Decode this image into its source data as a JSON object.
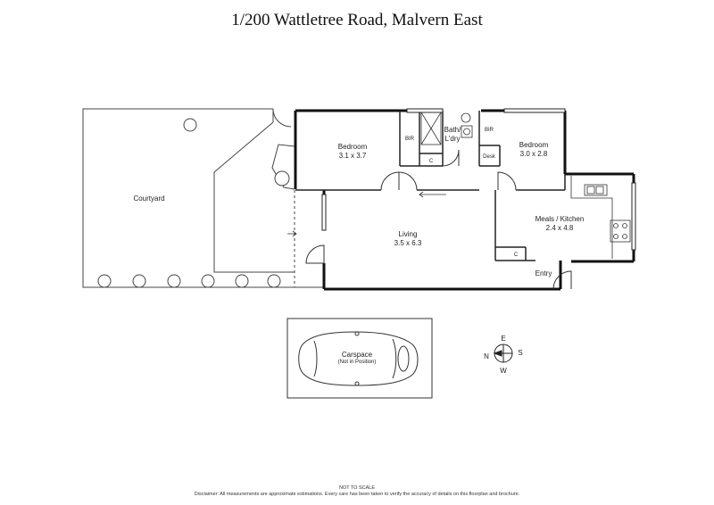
{
  "title": "1/200 Wattletree Road, Malvern East",
  "rooms": {
    "courtyard": {
      "name": "Courtyard"
    },
    "bedroom1": {
      "name": "Bedroom",
      "size": "3.1 x 3.7"
    },
    "bedroom2": {
      "name": "Bedroom",
      "size": "3.0 x 2.8"
    },
    "bath": {
      "name1": "Bath/",
      "name2": "L'dry"
    },
    "bir1": "BIR",
    "bir2": "BIR",
    "cupboard1": "C",
    "cupboard2": "C",
    "desk": "Desk",
    "living": {
      "name": "Living",
      "size": "3.5 x 6.3"
    },
    "kitchen": {
      "name": "Meals / Kitchen",
      "size": "2.4 x 4.8"
    },
    "entry": "Entry",
    "carspace": {
      "name": "Carspace",
      "note": "(Not in Position)"
    }
  },
  "compass": {
    "n": "N",
    "e": "E",
    "s": "S",
    "w": "W"
  },
  "footer": {
    "scale": "NOT TO SCALE",
    "disclaimer": "Disclaimer: All measurements are approximate estimations. Every care has been taken to verify the accuracy of details on this floorplan and brochure."
  }
}
